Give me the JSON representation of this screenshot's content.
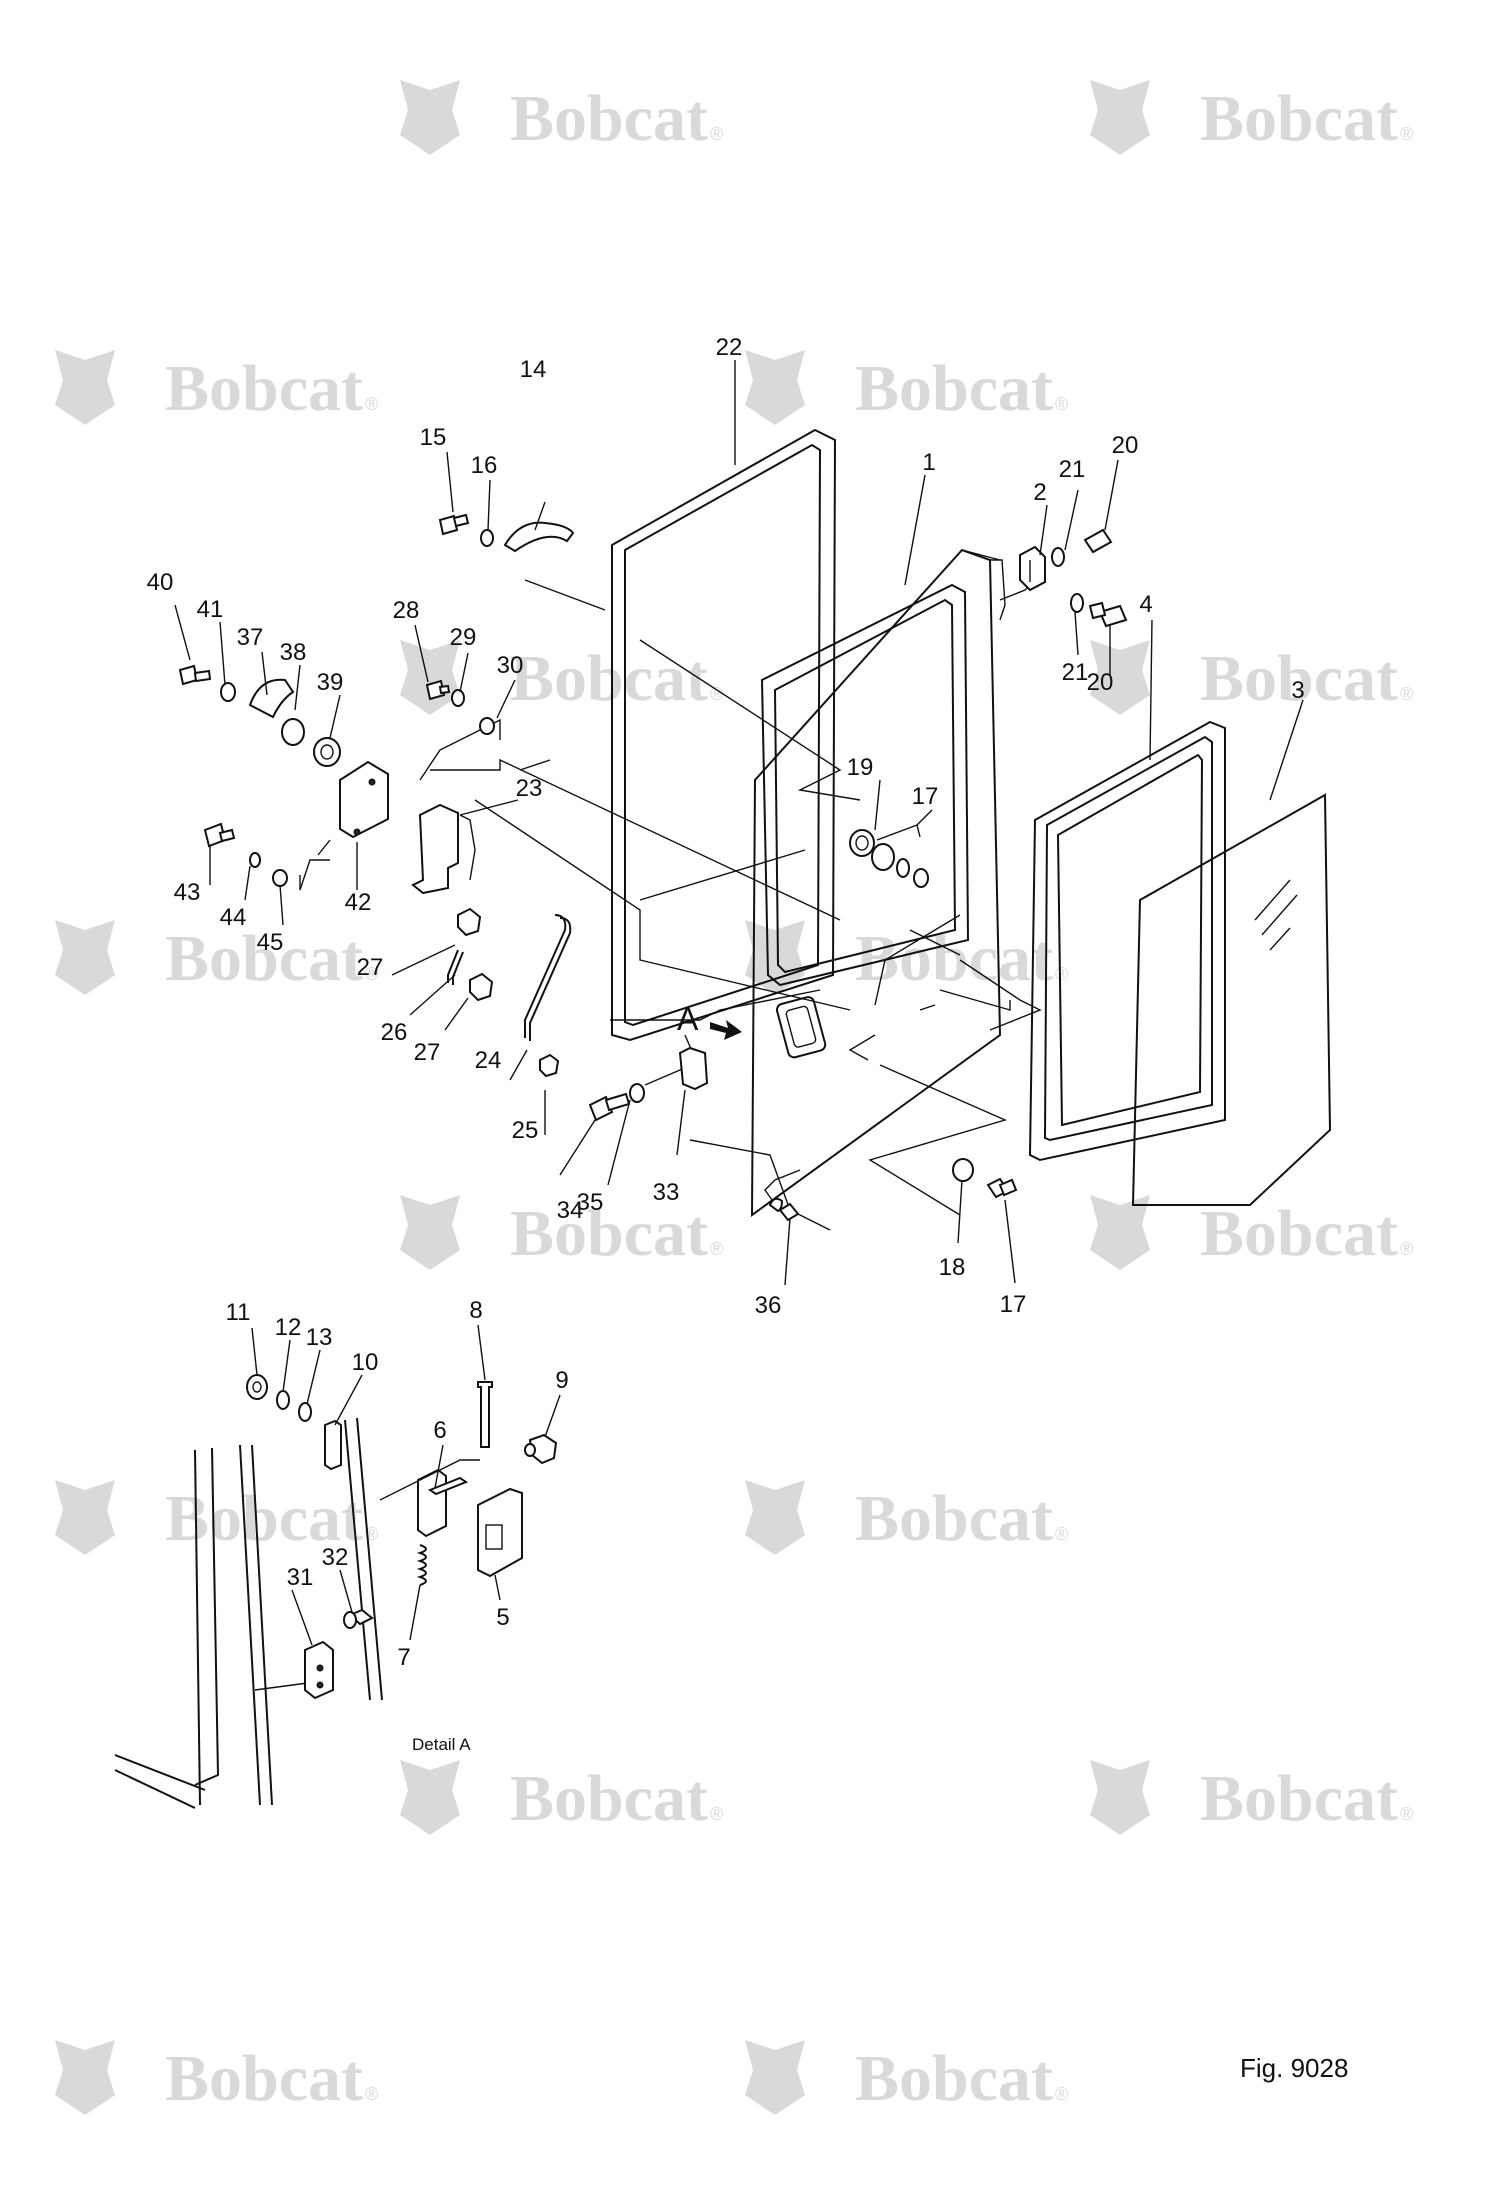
{
  "watermark": {
    "brand": "Bobcat"
  },
  "figure_label": "Fig. 9028",
  "detail_label": "Detail A",
  "detail_marker": "A",
  "callouts": [
    "1",
    "2",
    "3",
    "4",
    "5",
    "6",
    "7",
    "8",
    "9",
    "10",
    "11",
    "12",
    "13",
    "14",
    "15",
    "16",
    "17",
    "17",
    "18",
    "19",
    "20",
    "20",
    "21",
    "21",
    "22",
    "23",
    "24",
    "25",
    "26",
    "27",
    "27",
    "28",
    "29",
    "30",
    "31",
    "32",
    "33",
    "34",
    "35",
    "36",
    "37",
    "38",
    "39",
    "40",
    "41",
    "42",
    "43",
    "44",
    "45"
  ],
  "colors": {
    "line": "#111111",
    "watermark": "#d9d9d9",
    "background": "#ffffff"
  }
}
